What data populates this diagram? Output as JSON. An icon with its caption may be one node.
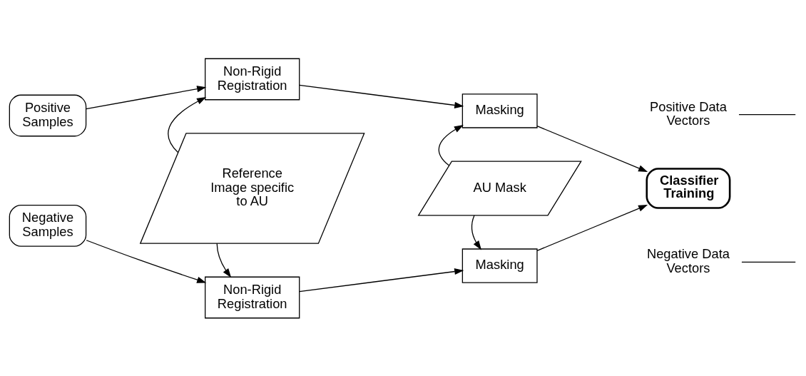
{
  "diagram": {
    "nodes": [
      {
        "text": [
          "Positive Samples"
        ]
      },
      {
        "text": [
          "Non-Rigid Registration"
        ]
      },
      {
        "text": [
          "Masking"
        ]
      },
      {
        "text": [
          "Reference Image specific to AU"
        ]
      },
      {
        "text": [
          "AU Mask"
        ]
      },
      {
        "text": [
          "Classifier Training"
        ]
      },
      {
        "text": [
          "Negative Samples"
        ]
      },
      {
        "text": [
          "Non-Rigid Registration"
        ]
      },
      {
        "text": [
          "Masking"
        ]
      },
      {
        "text": [
          "Positive Data Vectors"
        ]
      },
      {
        "text": [
          "Negative Data Vectors"
        ]
      }
    ],
    "edges": [
      {
        "from": 0,
        "to": 1,
        "arrow": "to"
      },
      {
        "from": 1,
        "to": 2,
        "arrow": "to"
      },
      {
        "from": 2,
        "to": 5,
        "arrow": "to"
      },
      {
        "from": 3,
        "to": 1,
        "arrow": "to"
      },
      {
        "from": 3,
        "to": 7,
        "arrow": "to"
      },
      {
        "from": 4,
        "to": 2,
        "arrow": "to"
      },
      {
        "from": 4,
        "to": 8,
        "arrow": "to"
      },
      {
        "from": 6,
        "to": 7,
        "arrow": "to"
      },
      {
        "from": 7,
        "to": 8,
        "arrow": "to"
      },
      {
        "from": 8,
        "to": 5,
        "arrow": "to"
      },
      {
        "from": 9,
        "to": null,
        "arrow": "none"
      },
      {
        "from": 10,
        "to": null,
        "arrow": "none"
      }
    ]
  }
}
